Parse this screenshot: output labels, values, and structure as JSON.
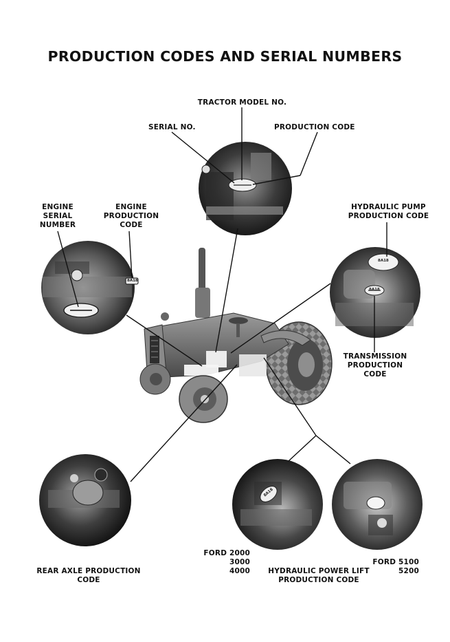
{
  "title": "PRODUCTION CODES AND SERIAL NUMBERS",
  "labels": {
    "tractor_model_no": "TRACTOR MODEL NO.",
    "serial_no": "SERIAL NO.",
    "production_code": "PRODUCTION CODE",
    "engine_serial_number": [
      "ENGINE",
      "SERIAL",
      "NUMBER"
    ],
    "engine_production_code": [
      "ENGINE",
      "PRODUCTION",
      "CODE"
    ],
    "hydraulic_pump_production_code": [
      "HYDRAULIC PUMP",
      "PRODUCTION CODE"
    ],
    "transmission_production_code": [
      "TRANSMISSION",
      "PRODUCTION",
      "CODE"
    ],
    "rear_axle_production_code": [
      "REAR AXLE PRODUCTION",
      "CODE"
    ],
    "hydraulic_power_lift_production_code": [
      "HYDRAULIC POWER LIFT",
      "PRODUCTION CODE"
    ],
    "ford_models_left": [
      "FORD 2000",
      "3000",
      "4000"
    ],
    "ford_models_right": [
      "FORD 5100",
      "5200"
    ]
  },
  "photo_tags": {
    "hydraulic_pump_tag": "8A18",
    "transmission_tag": "8A18",
    "engine_code_tag": "8A18",
    "power_lift_tag": "8A18"
  }
}
